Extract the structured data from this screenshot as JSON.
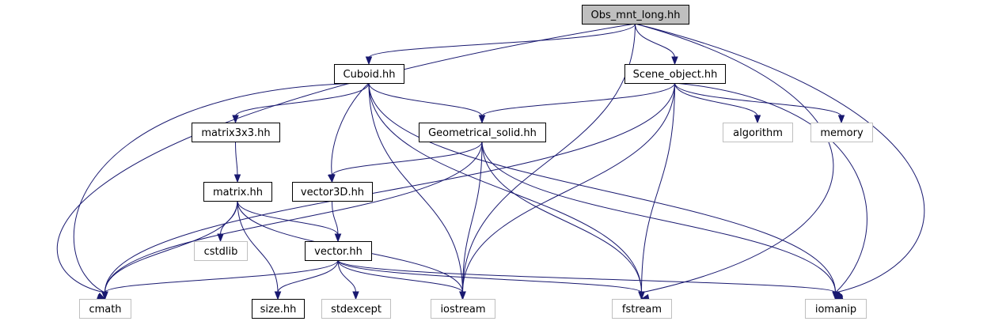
{
  "colors": {
    "edge": "#191970",
    "root_fill": "#bfbfbf",
    "local_border": "#000000",
    "system_border": "#bfbfbf"
  },
  "nodes": {
    "obs": {
      "label": "Obs_mnt_long.hh",
      "kind": "root"
    },
    "cuboid": {
      "label": "Cuboid.hh",
      "kind": "local"
    },
    "scene": {
      "label": "Scene_object.hh",
      "kind": "local"
    },
    "matrix3x3": {
      "label": "matrix3x3.hh",
      "kind": "local"
    },
    "geom": {
      "label": "Geometrical_solid.hh",
      "kind": "local"
    },
    "algorithm": {
      "label": "algorithm",
      "kind": "system"
    },
    "memory": {
      "label": "memory",
      "kind": "system"
    },
    "matrix": {
      "label": "matrix.hh",
      "kind": "local"
    },
    "vector3d": {
      "label": "vector3D.hh",
      "kind": "local"
    },
    "cstdlib": {
      "label": "cstdlib",
      "kind": "system"
    },
    "vector": {
      "label": "vector.hh",
      "kind": "local"
    },
    "cmath": {
      "label": "cmath",
      "kind": "system"
    },
    "size": {
      "label": "size.hh",
      "kind": "local"
    },
    "stdexcept": {
      "label": "stdexcept",
      "kind": "system"
    },
    "iostream": {
      "label": "iostream",
      "kind": "system"
    },
    "fstream": {
      "label": "fstream",
      "kind": "system"
    },
    "iomanip": {
      "label": "iomanip",
      "kind": "system"
    }
  },
  "edges": [
    [
      "obs",
      "cuboid"
    ],
    [
      "obs",
      "scene"
    ],
    [
      "obs",
      "cmath"
    ],
    [
      "obs",
      "iostream"
    ],
    [
      "obs",
      "fstream"
    ],
    [
      "obs",
      "iomanip"
    ],
    [
      "cuboid",
      "matrix3x3"
    ],
    [
      "cuboid",
      "geom"
    ],
    [
      "cuboid",
      "vector3d"
    ],
    [
      "cuboid",
      "cmath"
    ],
    [
      "cuboid",
      "iostream"
    ],
    [
      "cuboid",
      "fstream"
    ],
    [
      "cuboid",
      "iomanip"
    ],
    [
      "scene",
      "geom"
    ],
    [
      "scene",
      "algorithm"
    ],
    [
      "scene",
      "memory"
    ],
    [
      "scene",
      "cmath"
    ],
    [
      "scene",
      "iostream"
    ],
    [
      "scene",
      "fstream"
    ],
    [
      "scene",
      "iomanip"
    ],
    [
      "matrix3x3",
      "matrix"
    ],
    [
      "geom",
      "vector3d"
    ],
    [
      "geom",
      "cmath"
    ],
    [
      "geom",
      "iostream"
    ],
    [
      "geom",
      "fstream"
    ],
    [
      "geom",
      "iomanip"
    ],
    [
      "matrix",
      "cstdlib"
    ],
    [
      "matrix",
      "vector"
    ],
    [
      "matrix",
      "cmath"
    ],
    [
      "matrix",
      "size"
    ],
    [
      "matrix",
      "iostream"
    ],
    [
      "vector3d",
      "vector"
    ],
    [
      "vector",
      "cmath"
    ],
    [
      "vector",
      "size"
    ],
    [
      "vector",
      "stdexcept"
    ],
    [
      "vector",
      "iostream"
    ],
    [
      "vector",
      "fstream"
    ],
    [
      "vector",
      "iomanip"
    ]
  ]
}
